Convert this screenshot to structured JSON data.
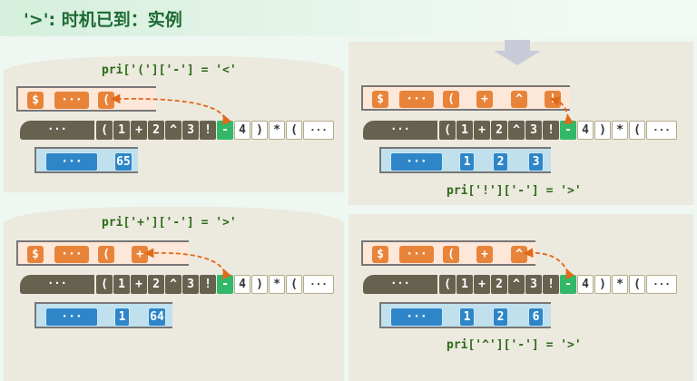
{
  "title": "'>': 时机已到：实例",
  "colors": {
    "operator": "#e8843a",
    "number": "#2e86c8",
    "current": "#33b86a",
    "consumed": "#676150",
    "arrow": "#e06a1a"
  },
  "tokens": {
    "head": "···",
    "items": [
      "(",
      "1",
      "+",
      "2",
      "^",
      "3",
      "!",
      "-",
      "4",
      ")",
      "*",
      "(",
      "···"
    ],
    "current_index": 7
  },
  "panels": [
    {
      "rule": "pri['(']['-'] = '<'",
      "ops": [
        "$",
        "···",
        "("
      ],
      "nums": [
        "···",
        "65"
      ]
    },
    {
      "rule": "pri['+']['-'] = '>'",
      "ops": [
        "$",
        "···",
        "(",
        "+"
      ],
      "nums": [
        "···",
        "1",
        "64"
      ]
    },
    {
      "rule": "pri['!']['-'] = '>'",
      "ops": [
        "$",
        "···",
        "(",
        "+",
        "^",
        "!"
      ],
      "nums": [
        "···",
        "1",
        "2",
        "3"
      ]
    },
    {
      "rule": "pri['^']['-'] = '>'",
      "ops": [
        "$",
        "···",
        "(",
        "+",
        "^"
      ],
      "nums": [
        "···",
        "1",
        "2",
        "6"
      ]
    }
  ]
}
